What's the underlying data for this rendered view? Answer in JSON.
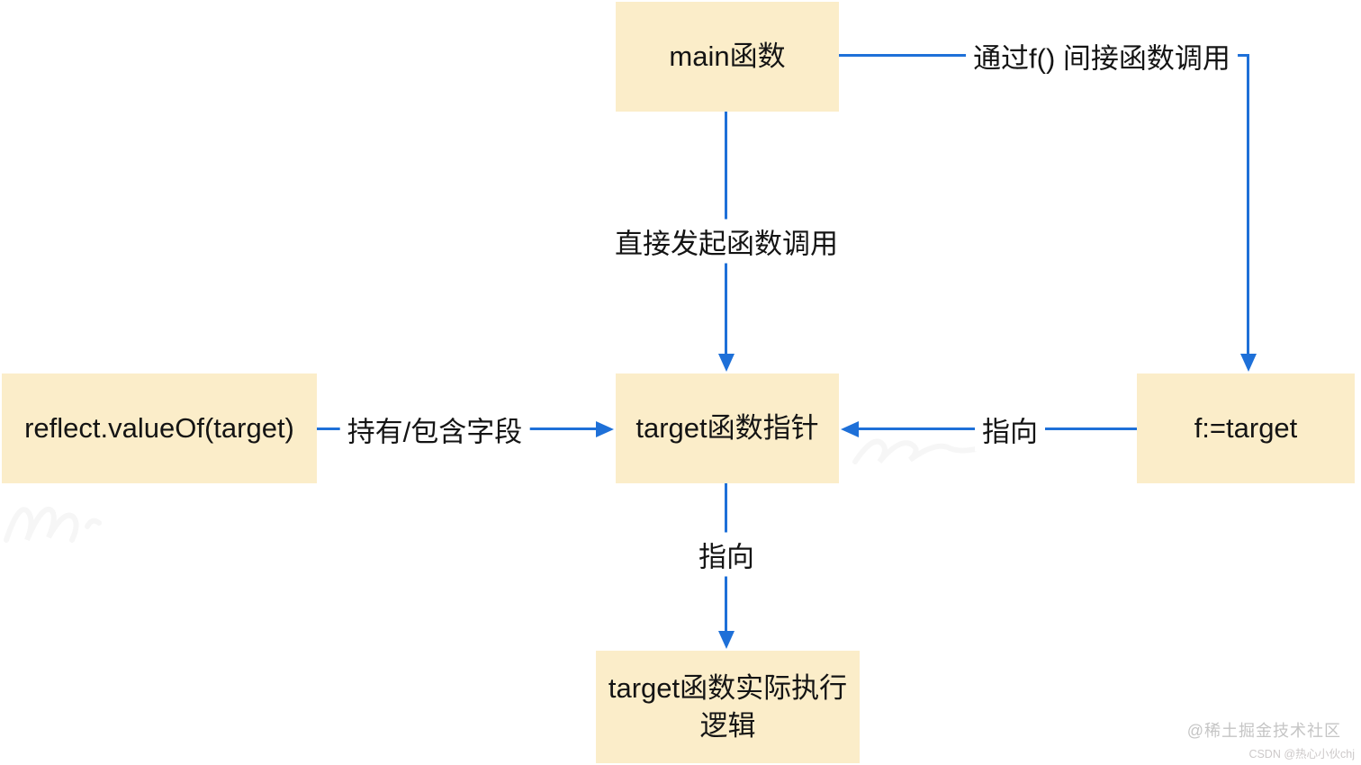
{
  "diagram": {
    "nodes": [
      {
        "id": "main",
        "label": "main函数"
      },
      {
        "id": "reflect",
        "label": "reflect.valueOf(target)"
      },
      {
        "id": "pointer",
        "label": "target函数指针"
      },
      {
        "id": "ftarget",
        "label": "f:=target"
      },
      {
        "id": "impl",
        "label": "target函数实际执行逻辑"
      }
    ],
    "edges": [
      {
        "from": "main",
        "to": "ftarget",
        "label": "通过f() 间接函数调用"
      },
      {
        "from": "main",
        "to": "pointer",
        "label": "直接发起函数调用"
      },
      {
        "from": "reflect",
        "to": "pointer",
        "label": "持有/包含字段"
      },
      {
        "from": "ftarget",
        "to": "pointer",
        "label": "指向"
      },
      {
        "from": "pointer",
        "to": "impl",
        "label": "指向"
      }
    ],
    "colors": {
      "node_fill": "#FBEDC9",
      "edge_blue": "#1E70D8",
      "text": "#141414",
      "watermark_gray": "#c5c5c5"
    }
  },
  "watermark": {
    "line1": "@稀土掘金技术社区",
    "line2": "CSDN @热心小伙chj"
  }
}
